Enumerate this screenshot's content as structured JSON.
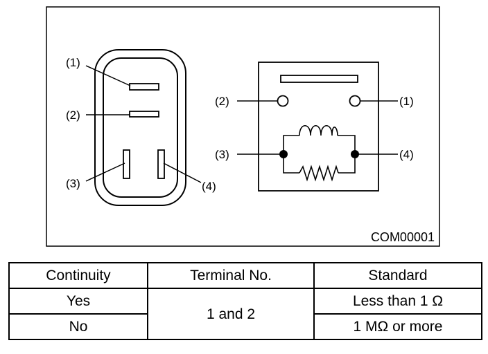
{
  "diagram": {
    "connector_labels": [
      "(1)",
      "(2)",
      "(3)",
      "(4)"
    ],
    "relay_labels": [
      "(2)",
      "(1)",
      "(3)",
      "(4)"
    ],
    "figure_code": "COM00001"
  },
  "table": {
    "headers": [
      "Continuity",
      "Terminal No.",
      "Standard"
    ],
    "rows": [
      {
        "continuity": "Yes",
        "standard": "Less than 1 Ω"
      },
      {
        "continuity": "No",
        "standard": "1 MΩ or more"
      }
    ],
    "terminal_no": "1 and 2"
  }
}
